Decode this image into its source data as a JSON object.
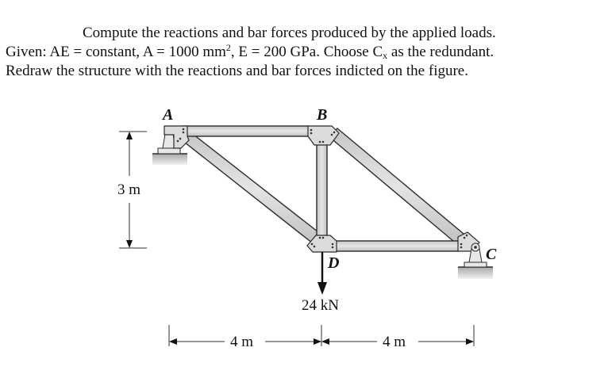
{
  "problem": {
    "line1": "Compute the reactions and bar forces produced by the applied loads.",
    "line2_prefix": "Given: AE = constant, A = 1000 mm",
    "line2_sup": "2",
    "line2_mid": ", E = 200 GPa. Choose C",
    "line2_sub": "x",
    "line2_suffix": " as the redundant.",
    "line3": "Redraw the structure with the reactions and bar forces indicted on the figure."
  },
  "figure": {
    "nodes": {
      "A": {
        "label": "A",
        "support": "pin"
      },
      "B": {
        "label": "B"
      },
      "C": {
        "label": "C",
        "support": "pin"
      },
      "D": {
        "label": "D"
      }
    },
    "members": [
      "AB",
      "AD",
      "BD",
      "BC",
      "DC"
    ],
    "load": {
      "node": "D",
      "value": "24 kN",
      "direction": "down"
    },
    "dimensions": {
      "height": "3 m",
      "span_left": "4 m",
      "span_right": "4 m"
    },
    "colors": {
      "member_fill": "#d2d2d2",
      "member_stroke": "#2b2b2b",
      "gusset_fill": "#dcdcdc",
      "ground_fill": "#bdbdbd",
      "arrow": "#111111"
    }
  }
}
